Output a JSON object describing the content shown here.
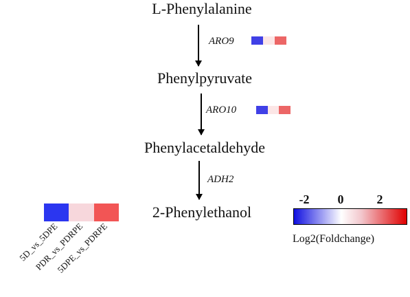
{
  "pathway": {
    "compounds": [
      "L-Phenylalanine",
      "Phenylpyruvate",
      "Phenylacetaldehyde",
      "2-Phenylethanol"
    ],
    "enzymes": [
      {
        "name": "ARO9",
        "log2fc": [
          -2.4,
          0.3,
          1.8
        ]
      },
      {
        "name": "ARO10",
        "log2fc": [
          -2.4,
          0.3,
          1.8
        ]
      },
      {
        "name": "ADH2",
        "log2fc": null
      }
    ]
  },
  "legend_key": {
    "colors": [
      "#2b36f0",
      "#f7d7dc",
      "#f25555"
    ],
    "labels": [
      "5D_vs_5DPE",
      "PDR_vs_PDRPE",
      "5DPE_vs_PDRPE"
    ]
  },
  "colorbar": {
    "title": "Log2(Foldchange)",
    "ticks": [
      "-2",
      "0",
      "2"
    ],
    "colors": {
      "low": "#1010e0",
      "mid": "#ffffff",
      "high": "#e00000"
    }
  }
}
